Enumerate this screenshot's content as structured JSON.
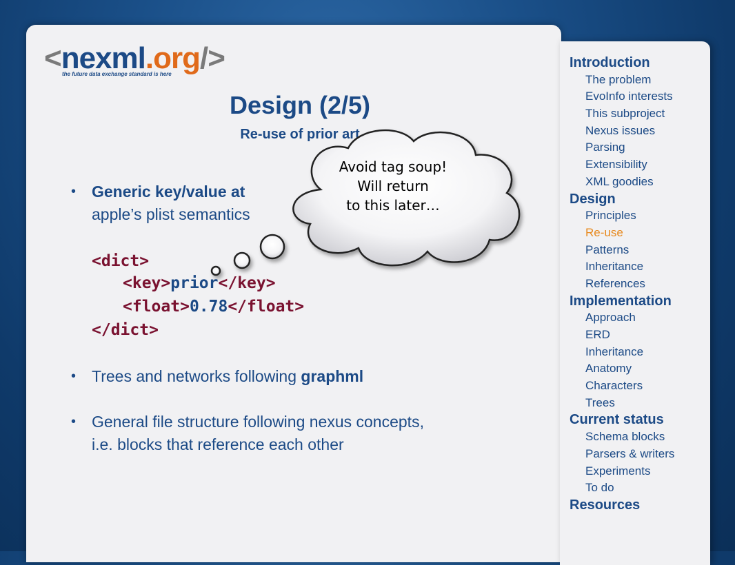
{
  "logo": {
    "lt": "<",
    "nexml": "nexml",
    "org": ".org",
    "slash_gt": "/>",
    "tagline": "the future data exchange standard is here"
  },
  "slide": {
    "title": "Design (2/5)",
    "subtitle": "Re-use of prior art",
    "bullet1": {
      "bold": "Generic key/value at",
      "line2": "apple’s plist semantics"
    },
    "code": {
      "line1": "<dict>",
      "line2_open": "<key>",
      "line2_val": "prior",
      "line2_close": "</key>",
      "line3_open": "<float>",
      "line3_val": "0.78",
      "line3_close": "</float>",
      "line4": "</dict>"
    },
    "bullet2": {
      "text": "Trees and networks following ",
      "bold": "graphml"
    },
    "bullet3": {
      "line1": "General file structure following nexus concepts,",
      "line2": "i.e. blocks that reference each other"
    },
    "bullet_char": "•"
  },
  "thought_bubble": {
    "line1": "Avoid tag soup!",
    "line2": "Will return",
    "line3": "to this later…"
  },
  "nav": [
    {
      "label": "Introduction",
      "kind": "section"
    },
    {
      "label": "The problem",
      "kind": "sub"
    },
    {
      "label": "EvoInfo interests",
      "kind": "sub"
    },
    {
      "label": "This subproject",
      "kind": "sub"
    },
    {
      "label": "Nexus issues",
      "kind": "sub"
    },
    {
      "label": "Parsing",
      "kind": "sub"
    },
    {
      "label": "Extensibility",
      "kind": "sub"
    },
    {
      "label": "XML goodies",
      "kind": "sub"
    },
    {
      "label": "Design",
      "kind": "section"
    },
    {
      "label": "Principles",
      "kind": "sub"
    },
    {
      "label": "Re-use",
      "kind": "sub",
      "active": true
    },
    {
      "label": "Patterns",
      "kind": "sub"
    },
    {
      "label": "Inheritance",
      "kind": "sub"
    },
    {
      "label": "References",
      "kind": "sub"
    },
    {
      "label": "Implementation",
      "kind": "section"
    },
    {
      "label": "Approach",
      "kind": "sub"
    },
    {
      "label": "ERD",
      "kind": "sub"
    },
    {
      "label": "Inheritance",
      "kind": "sub"
    },
    {
      "label": "Anatomy",
      "kind": "sub"
    },
    {
      "label": "Characters",
      "kind": "sub"
    },
    {
      "label": "Trees",
      "kind": "sub"
    },
    {
      "label": "Current status",
      "kind": "section"
    },
    {
      "label": "Schema blocks",
      "kind": "sub"
    },
    {
      "label": "Parsers & writers",
      "kind": "sub"
    },
    {
      "label": "Experiments",
      "kind": "sub"
    },
    {
      "label": "To do",
      "kind": "sub"
    },
    {
      "label": "Resources",
      "kind": "section"
    }
  ],
  "colors": {
    "text_blue": "#1c4a86",
    "active_orange": "#e7891e",
    "code_tag": "#7a1230",
    "background": "#0f3a6a",
    "panel": "#f1f1f3"
  }
}
